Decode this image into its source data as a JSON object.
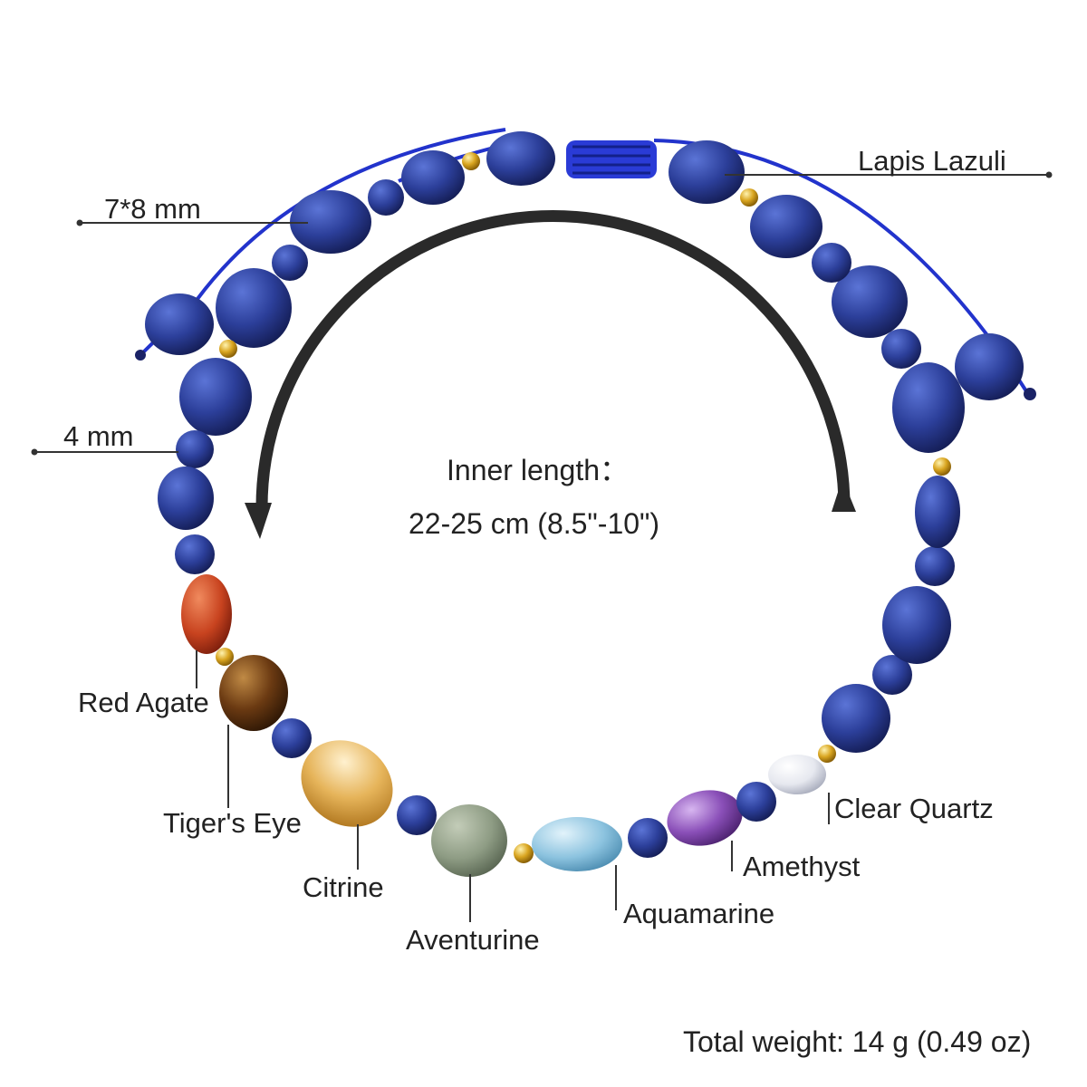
{
  "labels": {
    "lapis": "Lapis Lazuli",
    "size_large": "7*8 mm",
    "size_small": "4 mm",
    "red_agate": "Red Agate",
    "tigers_eye": "Tiger's Eye",
    "citrine": "Citrine",
    "aventurine": "Aventurine",
    "aquamarine": "Aquamarine",
    "amethyst": "Amethyst",
    "clear_quartz": "Clear Quartz"
  },
  "center": {
    "line1": "Inner length：",
    "line2": "22-25 cm (8.5\"-10\")"
  },
  "footer": {
    "weight": "Total weight: 14 g (0.49 oz)"
  },
  "colors": {
    "lapis": "#2c3f9a",
    "cord": "#2233cc",
    "red_agate": "#c8431f",
    "tigers_eye": "#6b3a12",
    "citrine": "#e6b45a",
    "aventurine": "#8e9c84",
    "aquamarine": "#8cc3df",
    "amethyst": "#8a4fb8",
    "clear_quartz": "#e6e8ef",
    "gold": "#d9a520",
    "ring": "#2a2a2a"
  }
}
